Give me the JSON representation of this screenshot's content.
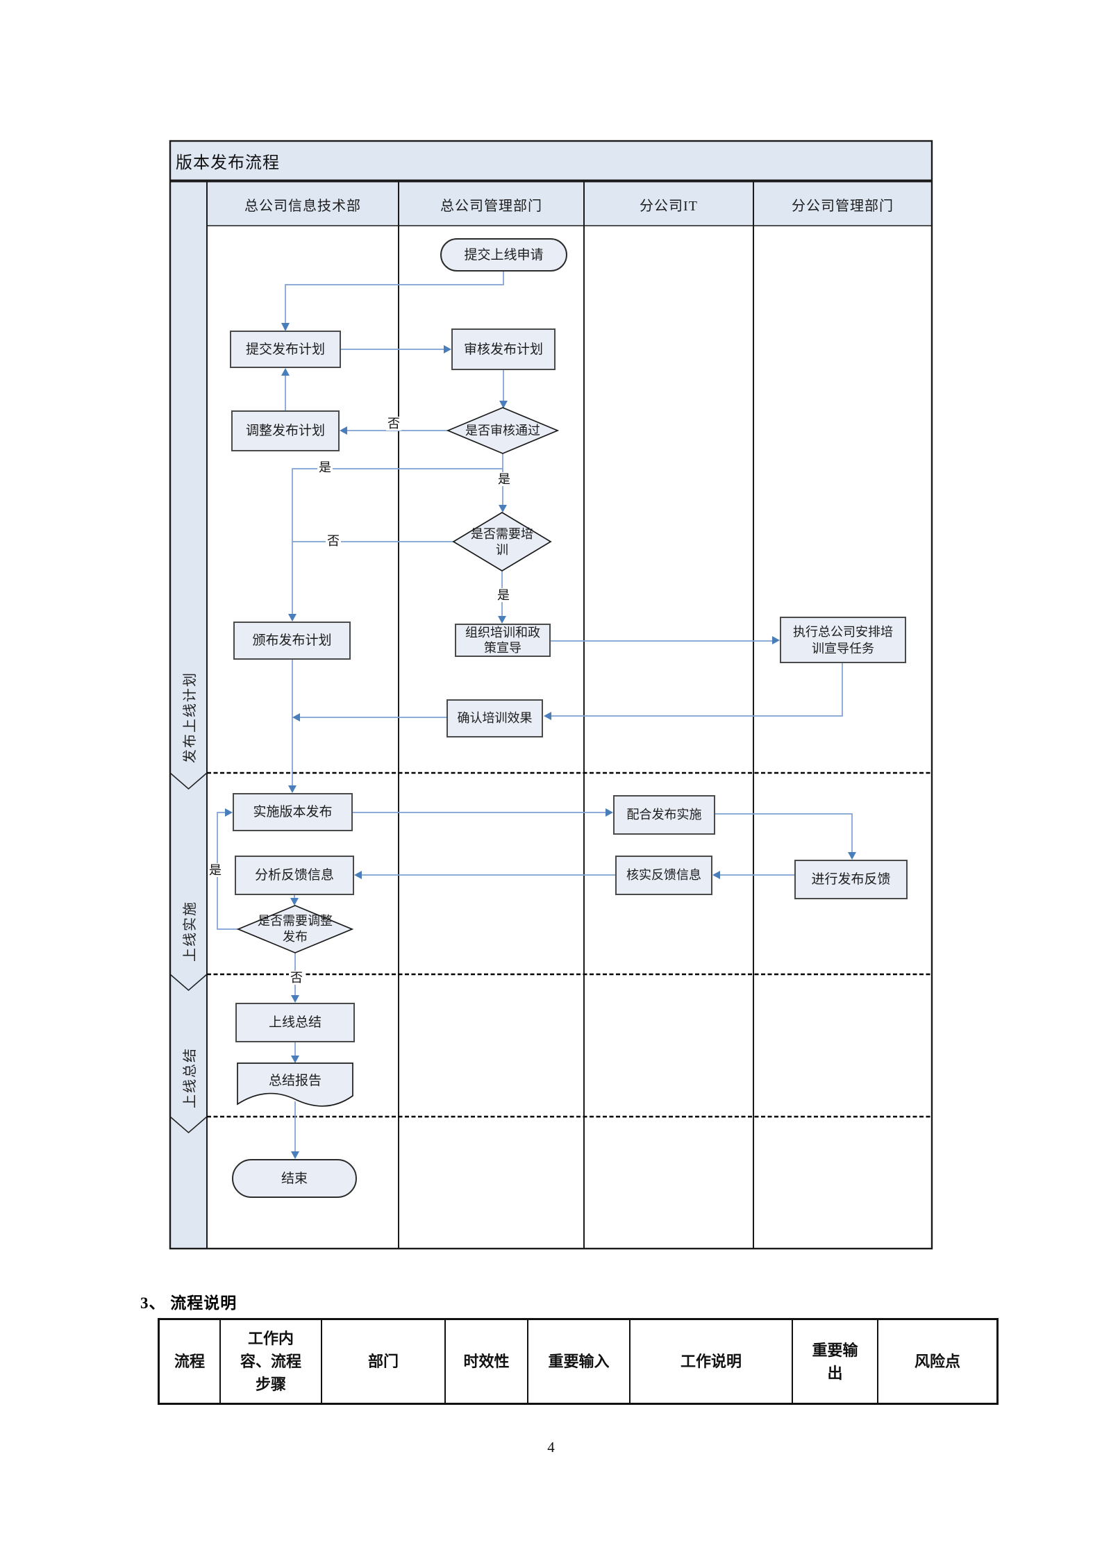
{
  "page": {
    "number": "4"
  },
  "colors": {
    "flow_line": "#7da0d2",
    "arrowhead": "#4a7ebb",
    "node_fill": "#e8edf6",
    "band_fill": "#dfe7f3",
    "rect_border": "#4a4a4a",
    "grid_line": "#1a1a1a"
  },
  "flowchart": {
    "title": "版本发布流程",
    "lanes": [
      {
        "label": "总公司信息技术部"
      },
      {
        "label": "总公司管理部门"
      },
      {
        "label": "分公司IT"
      },
      {
        "label": "分公司管理部门"
      }
    ],
    "phases": [
      {
        "label": "发布上线计划"
      },
      {
        "label": "上线实施"
      },
      {
        "label": "上线总结"
      }
    ],
    "nodes": {
      "start": {
        "type": "start",
        "label": "提交上线申请"
      },
      "submit_plan": {
        "type": "process",
        "label": "提交发布计划"
      },
      "review_plan": {
        "type": "process",
        "label": "审核发布计划"
      },
      "adjust_plan": {
        "type": "process",
        "label": "调整发布计划"
      },
      "d_review": {
        "type": "decision",
        "label": "是否审核通过"
      },
      "d_training": {
        "type": "decision",
        "label": "是否需要培\n训"
      },
      "publish_plan": {
        "type": "process",
        "label": "颁布发布计划"
      },
      "organize_training": {
        "type": "process",
        "label": "组织培训和政\n策宣导"
      },
      "execute_training": {
        "type": "process",
        "label": "执行总公司安排培\n训宣导任务"
      },
      "confirm_training": {
        "type": "process",
        "label": "确认培训效果"
      },
      "implement_release": {
        "type": "process",
        "label": "实施版本发布"
      },
      "assist_release": {
        "type": "process",
        "label": "配合发布实施"
      },
      "give_feedback": {
        "type": "process",
        "label": "进行发布反馈"
      },
      "verify_feedback": {
        "type": "process",
        "label": "核实反馈信息"
      },
      "analyze_feedback": {
        "type": "process",
        "label": "分析反馈信息"
      },
      "d_adjust": {
        "type": "decision",
        "label": "是否需要调整\n发布"
      },
      "summary": {
        "type": "process",
        "label": "上线总结"
      },
      "report": {
        "type": "document",
        "label": "总结报告"
      },
      "end": {
        "type": "end",
        "label": "结束"
      }
    },
    "edge_labels": {
      "yes": "是",
      "no": "否"
    }
  },
  "notes_section": {
    "heading": "3、 流程说明",
    "table_headers": [
      "流程",
      "工作内\n容、流程\n步骤",
      "部门",
      "时效性",
      "重要输入",
      "工作说明",
      "重要输\n出",
      "风险点"
    ]
  }
}
